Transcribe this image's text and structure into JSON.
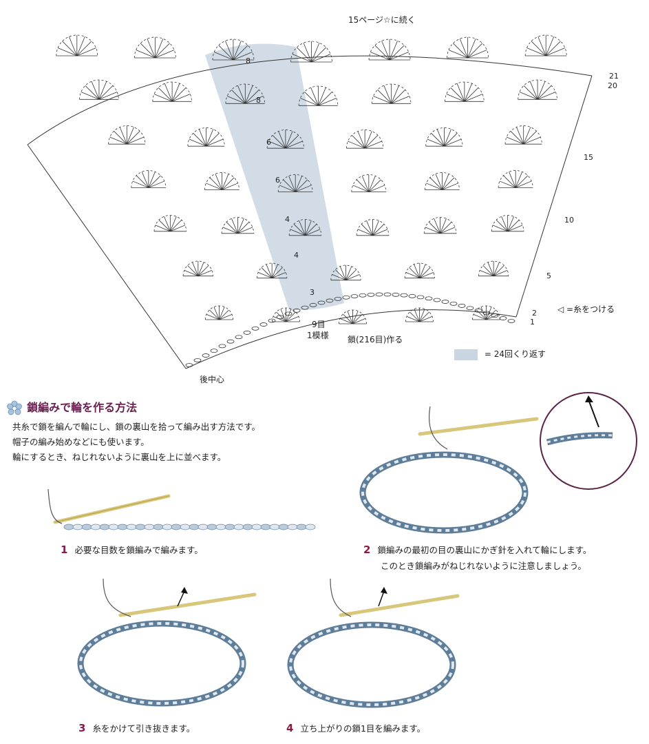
{
  "chart": {
    "continue_note": "15ページ☆に続く",
    "row_labels": [
      "21",
      "20",
      "15",
      "10",
      "5",
      "2",
      "1"
    ],
    "repeat_numbers": [
      "8",
      "8",
      "6",
      "6",
      "4",
      "4",
      "3"
    ],
    "pattern_count": "9目",
    "pattern_unit": "1模様",
    "chain_count": "鎖(216目)作る",
    "back_center": "後中心",
    "attach_yarn": "◁ =糸をつける",
    "repeat_legend": "= 24回くり返す"
  },
  "section": {
    "title": "鎖編みで輪を作る方法",
    "lines": [
      "共糸で鎖を編んで輪にし、鎖の裏山を拾って編み出す方法です。",
      "帽子の編み始めなどにも使います。",
      "輪にするとき、ねじれないように裏山を上に並べます。"
    ]
  },
  "steps": [
    {
      "num": "1",
      "text": "必要な目数を鎖編みで編みます。"
    },
    {
      "num": "2",
      "text": "鎖編みの最初の目の裏山にかぎ針を入れて輪にします。",
      "text2": "このとき鎖編みがねじれないように注意しましょう。"
    },
    {
      "num": "3",
      "text": "糸をかけて引き抜きます。"
    },
    {
      "num": "4",
      "text": "立ち上がりの鎖1目を編みます。"
    }
  ],
  "colors": {
    "accent": "#6b2150",
    "shade": "#c9d6e2",
    "yarn_blue": "#5e7d98"
  }
}
